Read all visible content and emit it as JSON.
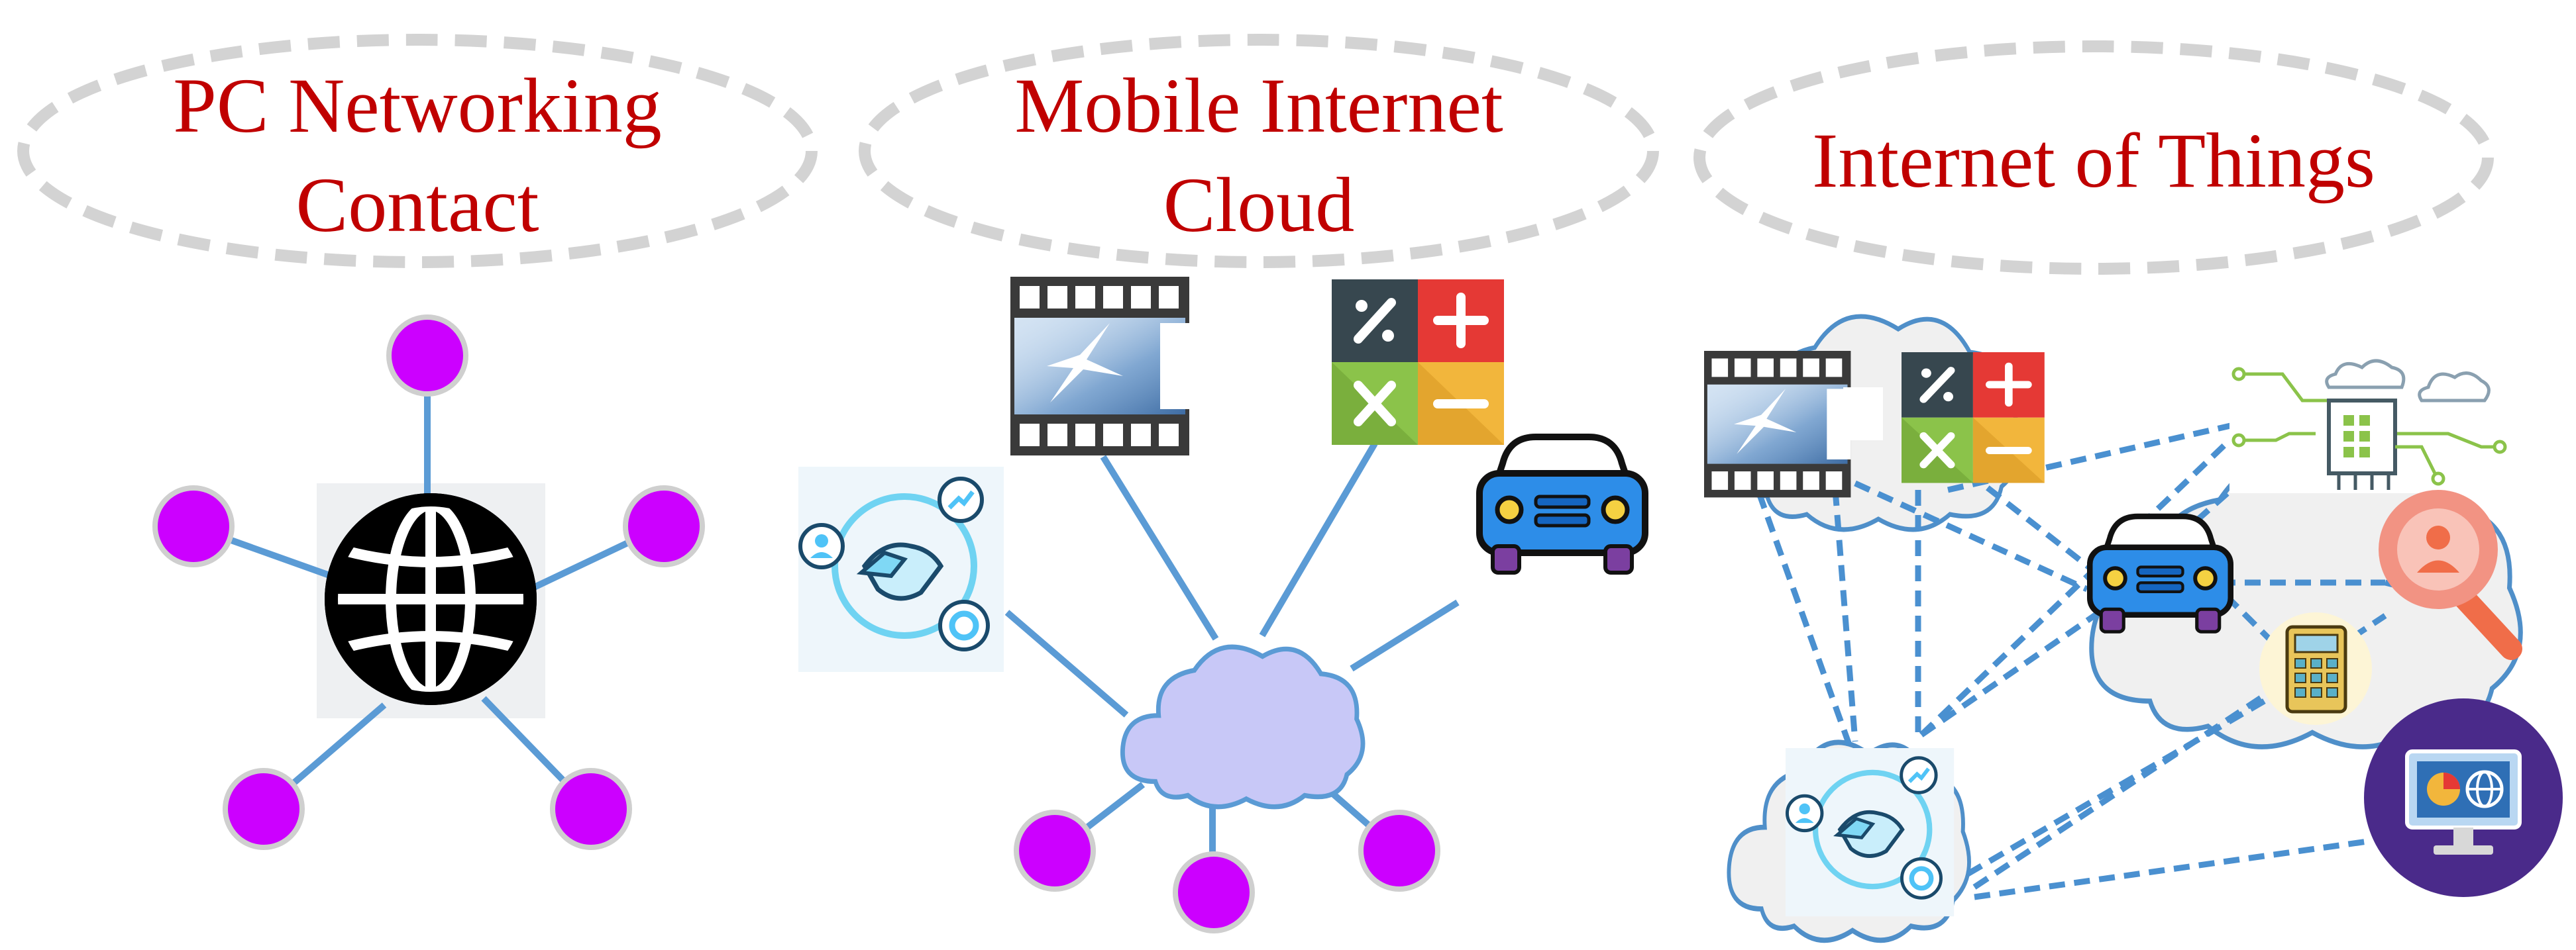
{
  "colors": {
    "title_red": "#c00000",
    "ellipse_gray": "#d3d3d3",
    "node_purple": "#cc00ff",
    "link_blue": "#5b9bd5",
    "cloud_lilac": "#c8c8f7",
    "cloud_gray": "#f0f0f0",
    "cloud_outline": "#4f8fc9"
  },
  "panels": [
    {
      "id": "pc",
      "title_lines": [
        "PC Networking",
        "Contact"
      ],
      "hub_icon": "globe-icon",
      "node_count": 5
    },
    {
      "id": "mobile",
      "title_lines": [
        "Mobile Internet",
        "Cloud"
      ],
      "hub_icon": "cloud-icon",
      "icons": [
        "film-strip-icon",
        "calculator-tiles-icon",
        "car-icon",
        "handshake-icon"
      ],
      "node_count": 3
    },
    {
      "id": "iot",
      "title_lines": [
        "Internet of Things"
      ],
      "hub_icon": "cloud-icon",
      "icons": [
        "film-strip-icon",
        "calculator-tiles-icon",
        "circuit-chip-icon",
        "car-icon",
        "user-search-icon",
        "calculator-icon",
        "monitor-icon",
        "handshake-icon"
      ]
    }
  ]
}
